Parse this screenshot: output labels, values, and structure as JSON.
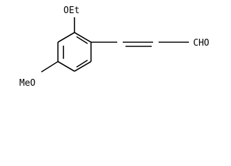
{
  "molecule": {
    "substituents": {
      "ethoxy": "OEt",
      "methoxy": "MeO",
      "aldehyde": "CHO"
    }
  }
}
